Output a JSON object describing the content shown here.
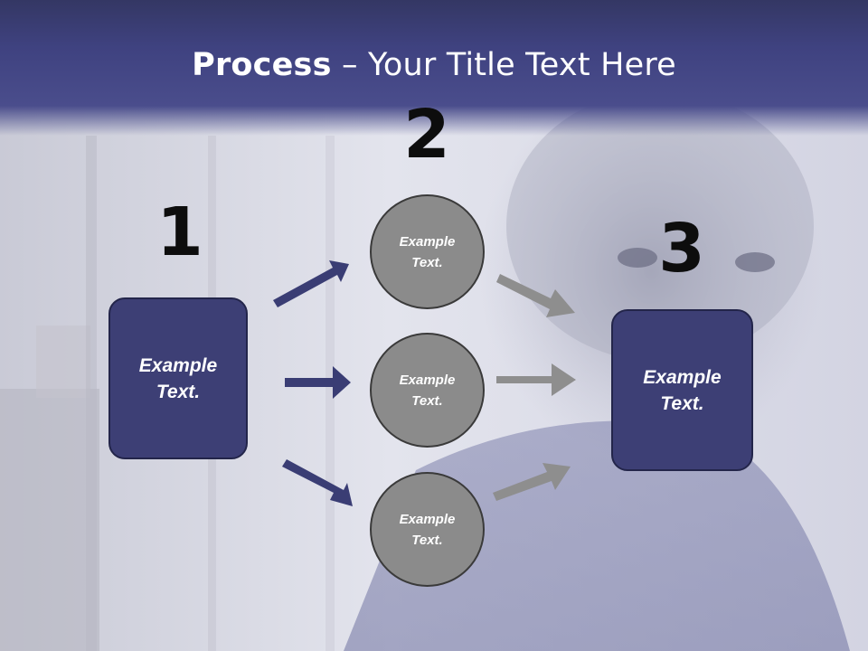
{
  "title": {
    "bold": "Process",
    "rest": " – Your Title Text Here"
  },
  "steps": {
    "one": "1",
    "two": "2",
    "three": "3"
  },
  "left_box": {
    "text": "Example Text."
  },
  "circles": [
    {
      "text": "Example Text."
    },
    {
      "text": "Example Text."
    },
    {
      "text": "Example Text."
    }
  ],
  "right_box": {
    "text": "Example Text."
  },
  "colors": {
    "header": "#3f4280",
    "box_fill": "#3d3f75",
    "circle_fill": "#8b8b8b",
    "arrow_blue": "#3a3d74",
    "arrow_gray": "#8e8e8e"
  }
}
